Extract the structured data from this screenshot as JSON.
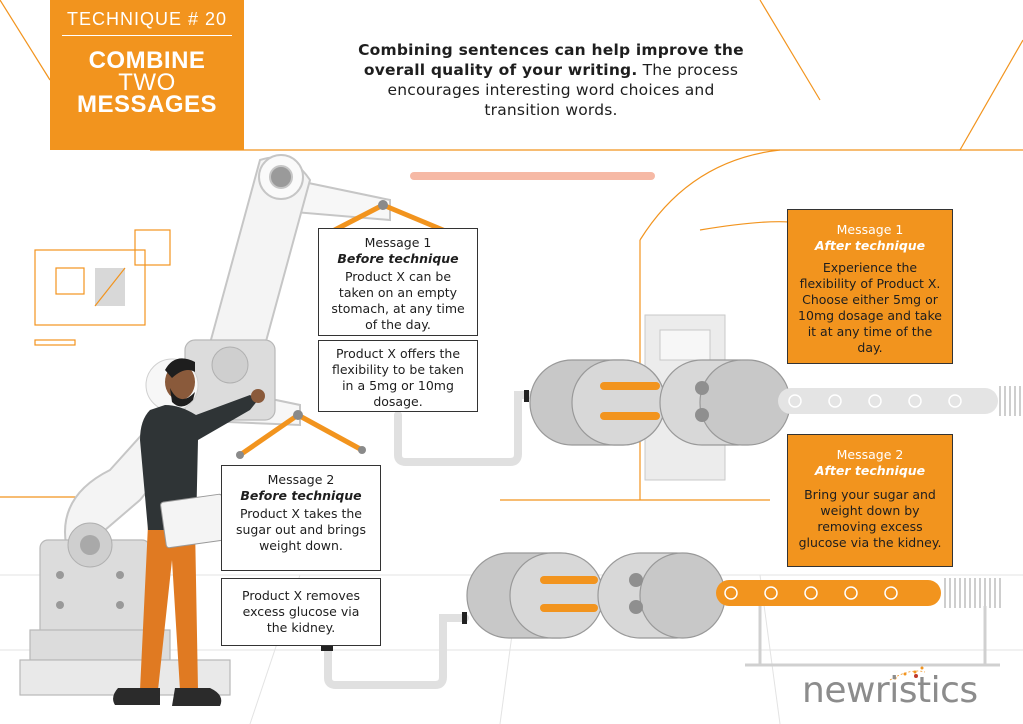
{
  "badge": {
    "technique": "TECHNIQUE # 20",
    "line1": "COMBINE",
    "line2": "TWO",
    "line3": "MESSAGES"
  },
  "intro": {
    "bold": "Combining sentences can help improve the overall quality of your writing.",
    "rest": " The process encourages interesting word choices and transition words."
  },
  "before1": {
    "title": "Message 1",
    "subtitle": "Before technique",
    "text": "Product X can be taken on an empty stomach, at any time of the day.",
    "text2": "Product X offers the flexibility to be taken in a 5mg or 10mg dosage."
  },
  "before2": {
    "title": "Message 2",
    "subtitle": "Before technique",
    "text": "Product X takes the sugar out and brings weight down.",
    "text2": "Product X removes excess glucose via the kidney."
  },
  "after1": {
    "title": "Message 1",
    "subtitle": "After technique",
    "text": "Experience the flexibility of Product X. Choose either 5mg or 10mg dosage and take it at any time of the day."
  },
  "after2": {
    "title": "Message 2",
    "subtitle": "After technique",
    "text": "Bring your sugar and weight down by removing excess glucose via the kidney."
  },
  "logo": "newristics",
  "colors": {
    "orange": "#f2941e",
    "grey": "#d6d6d6",
    "dark": "#1e1e1e"
  }
}
